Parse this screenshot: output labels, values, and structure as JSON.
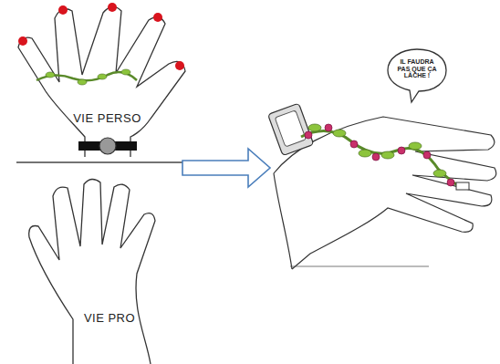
{
  "diagram": {
    "nodes": [
      {
        "text": [
          "VIE PERSO"
        ]
      },
      {
        "text": [
          "VIE PRO"
        ]
      },
      {
        "text": [
          "IL FAUDRA PAS QUE ÇA LÂCHE !"
        ]
      }
    ]
  }
}
